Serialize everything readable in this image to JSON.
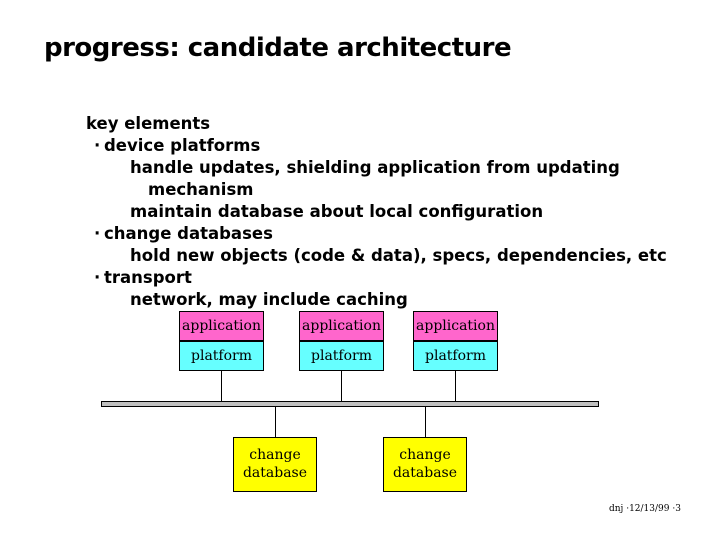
{
  "title": "progress: candidate architecture",
  "outline": [
    {
      "level": 0,
      "bullet": false,
      "text": "key elements"
    },
    {
      "level": 1,
      "bullet": true,
      "text": "device platforms"
    },
    {
      "level": 2,
      "bullet": false,
      "text": "handle updates, shielding application from updating"
    },
    {
      "level": 3,
      "bullet": false,
      "text": "mechanism"
    },
    {
      "level": 2,
      "bullet": false,
      "text": "maintain database about local configuration"
    },
    {
      "level": 1,
      "bullet": true,
      "text": "change databases"
    },
    {
      "level": 2,
      "bullet": false,
      "text": "hold new objects (code & data), specs, dependencies, etc"
    },
    {
      "level": 1,
      "bullet": true,
      "text": "transport"
    },
    {
      "level": 2,
      "bullet": false,
      "text": "network, may include caching"
    }
  ],
  "bullet_glyph": "·",
  "diagram": {
    "devices": [
      {
        "application_label": "application",
        "platform_label": "platform"
      },
      {
        "application_label": "application",
        "platform_label": "platform"
      },
      {
        "application_label": "application",
        "platform_label": "platform"
      }
    ],
    "change_databases": [
      {
        "line1": "change",
        "line2": "database"
      },
      {
        "line1": "change",
        "line2": "database"
      }
    ],
    "colors": {
      "application": "#ff66cc",
      "platform": "#66ffff",
      "change_database": "#ffff00",
      "bus": "#c0c0c0"
    }
  },
  "footer": "dnj ·12/13/99 ·3"
}
